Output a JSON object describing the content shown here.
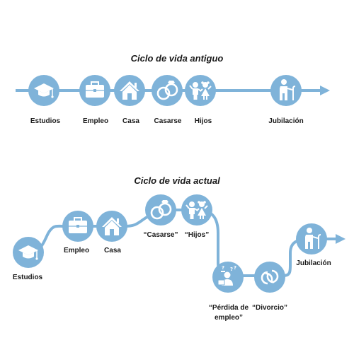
{
  "colors": {
    "line": "#7fb3d9",
    "circle": "#7fb3d9",
    "icon": "#ffffff"
  },
  "old": {
    "title": "Ciclo de vida antiguo",
    "stages": [
      {
        "label": "Estudios",
        "icon": "graduation-cap-icon"
      },
      {
        "label": "Empleo",
        "icon": "briefcase-icon"
      },
      {
        "label": "Casa",
        "icon": "house-icon"
      },
      {
        "label": "Casarse",
        "icon": "wedding-rings-icon"
      },
      {
        "label": "Hijos",
        "icon": "children-icon"
      },
      {
        "label": "Jubilación",
        "icon": "elderly-person-icon"
      }
    ]
  },
  "new": {
    "title": "Ciclo de vida actual",
    "stages": [
      {
        "label": "Estudios",
        "icon": "graduation-cap-icon"
      },
      {
        "label": "Empleo",
        "icon": "briefcase-icon"
      },
      {
        "label": "Casa",
        "icon": "house-icon"
      },
      {
        "label": "“Casarse”",
        "icon": "wedding-rings-icon"
      },
      {
        "label": "“Hijos”",
        "icon": "children-icon"
      },
      {
        "label": "“Pérdida de empleo”",
        "icon": "job-loss-icon"
      },
      {
        "label": "“Divorcio”",
        "icon": "broken-rings-icon"
      },
      {
        "label": "Jubilación",
        "icon": "elderly-person-icon"
      }
    ]
  }
}
